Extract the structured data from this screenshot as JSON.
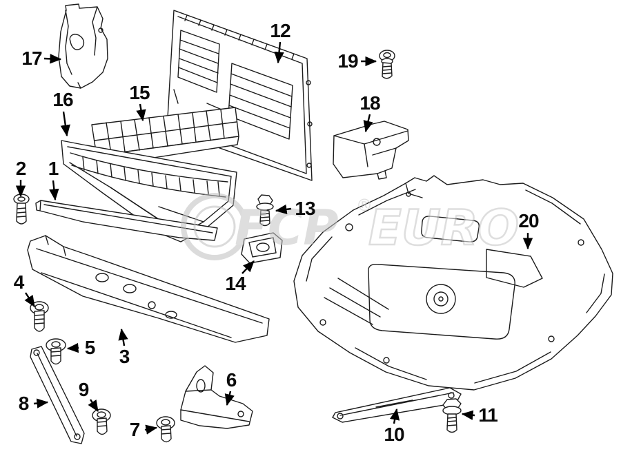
{
  "watermark": {
    "fcp": "FCP",
    "euro": "EURO",
    "reg": "®"
  },
  "callouts": {
    "n1": "1",
    "n2": "2",
    "n3": "3",
    "n4": "4",
    "n5": "5",
    "n6": "6",
    "n7": "7",
    "n8": "8",
    "n9": "9",
    "n10": "10",
    "n11": "11",
    "n12": "12",
    "n13": "13",
    "n14": "14",
    "n15": "15",
    "n16": "16",
    "n17": "17",
    "n18": "18",
    "n19": "19",
    "n20": "20"
  }
}
